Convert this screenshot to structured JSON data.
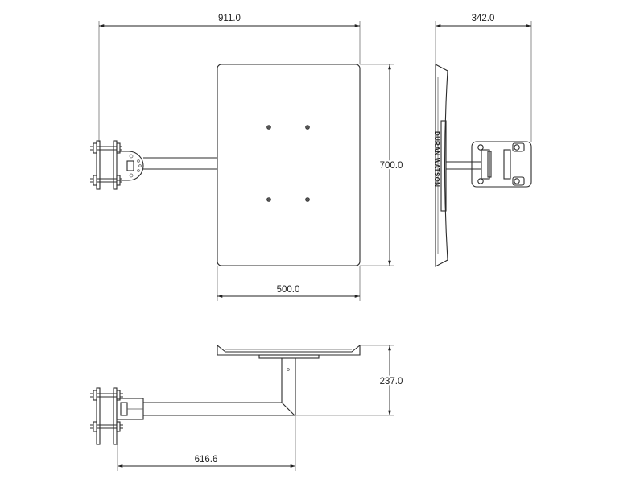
{
  "dimensions": {
    "overall_width": "911.0",
    "side_depth": "342.0",
    "mirror_height": "700.0",
    "mirror_width": "500.0",
    "bottom_height": "237.0",
    "bottom_reach": "616.6"
  },
  "brand": {
    "logo_text": "DURAN WATSON"
  }
}
